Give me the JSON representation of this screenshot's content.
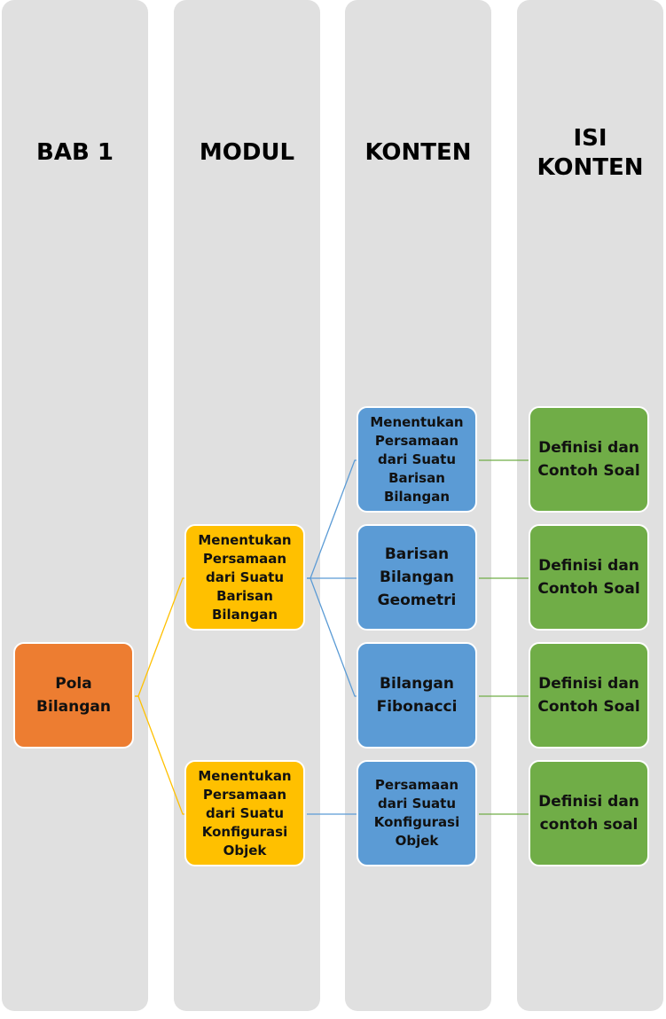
{
  "columns": [
    {
      "title": "BAB 1"
    },
    {
      "title": "MODUL"
    },
    {
      "title": "KONTEN"
    },
    {
      "title": "ISI KONTEN"
    }
  ],
  "bab": {
    "label": "Pola Bilangan"
  },
  "modul": [
    {
      "label": "Menentukan Persamaan dari Suatu Barisan Bilangan"
    },
    {
      "label": "Menentukan Persamaan dari Suatu Konfigurasi Objek"
    }
  ],
  "konten": [
    {
      "label": "Menentukan Persamaan dari Suatu Barisan Bilangan"
    },
    {
      "label": "Barisan Bilangan Geometri"
    },
    {
      "label": "Bilangan Fibonacci"
    },
    {
      "label": "Persamaan dari Suatu Konfigurasi Objek"
    }
  ],
  "isi": [
    {
      "label": "Definisi dan Contoh Soal"
    },
    {
      "label": "Definisi dan Contoh Soal"
    },
    {
      "label": "Definisi dan Contoh Soal"
    },
    {
      "label": "Definisi dan contoh soal"
    }
  ],
  "colors": {
    "lane": "#e0e0e0",
    "bab": "#ed7d31",
    "modul": "#ffc000",
    "konten": "#5b9bd5",
    "isi": "#70ad47"
  }
}
